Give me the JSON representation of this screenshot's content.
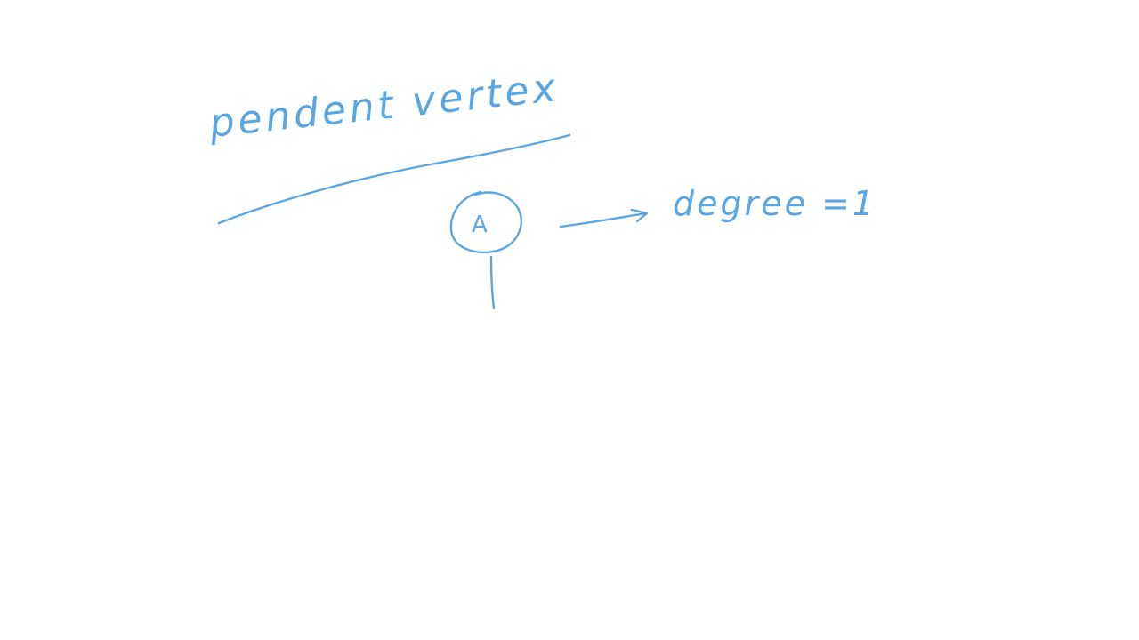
{
  "diagram": {
    "title": "pendent vertex",
    "node_label": "A",
    "annotation": "degree =1",
    "ink_color": "#5aa6e0"
  }
}
